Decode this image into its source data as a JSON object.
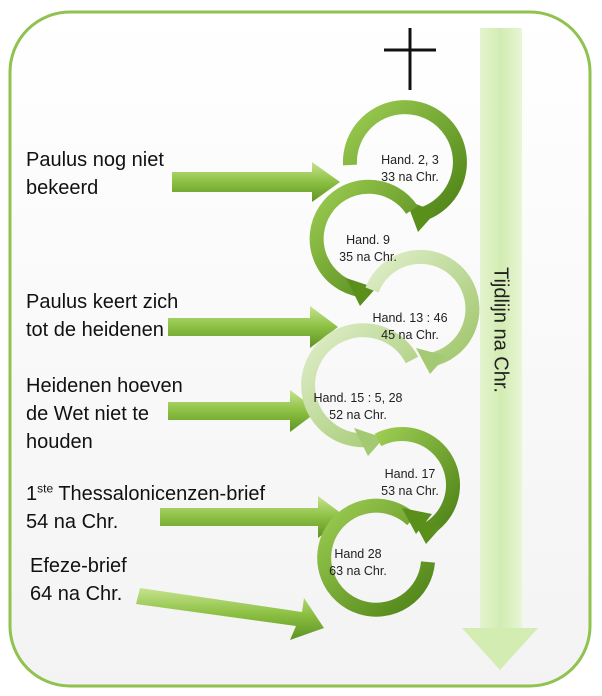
{
  "labels": {
    "l1": [
      "Paulus nog niet",
      "bekeerd"
    ],
    "l2": [
      "Paulus keert zich",
      "tot de heidenen"
    ],
    "l3": [
      "Heidenen hoeven",
      "de Wet niet te",
      "houden"
    ],
    "l4_num": "1",
    "l4_sup": "ste",
    "l4_rest": " Thessalonicenzen-brief",
    "l4_line2": "54 na Chr.",
    "l5": [
      "Efeze-brief",
      "64 na Chr."
    ]
  },
  "circles": [
    {
      "ref": "Hand. 2, 3",
      "date": "33 na Chr."
    },
    {
      "ref": "Hand. 9",
      "date": "35 na Chr."
    },
    {
      "ref": "Hand. 13 : 46",
      "date": "45 na Chr."
    },
    {
      "ref": "Hand. 15 : 5, 28",
      "date": "52 na Chr."
    },
    {
      "ref": "Hand. 17",
      "date": "53 na Chr."
    },
    {
      "ref": "Hand 28",
      "date": "63 na Chr."
    }
  ],
  "timeline": {
    "label": "Tijdlijn na Chr."
  },
  "colors": {
    "green_dark": "#5a8f1c",
    "green_mid": "#8cbf3a",
    "green_light": "#c5e39a",
    "border": "#8fc24f"
  }
}
